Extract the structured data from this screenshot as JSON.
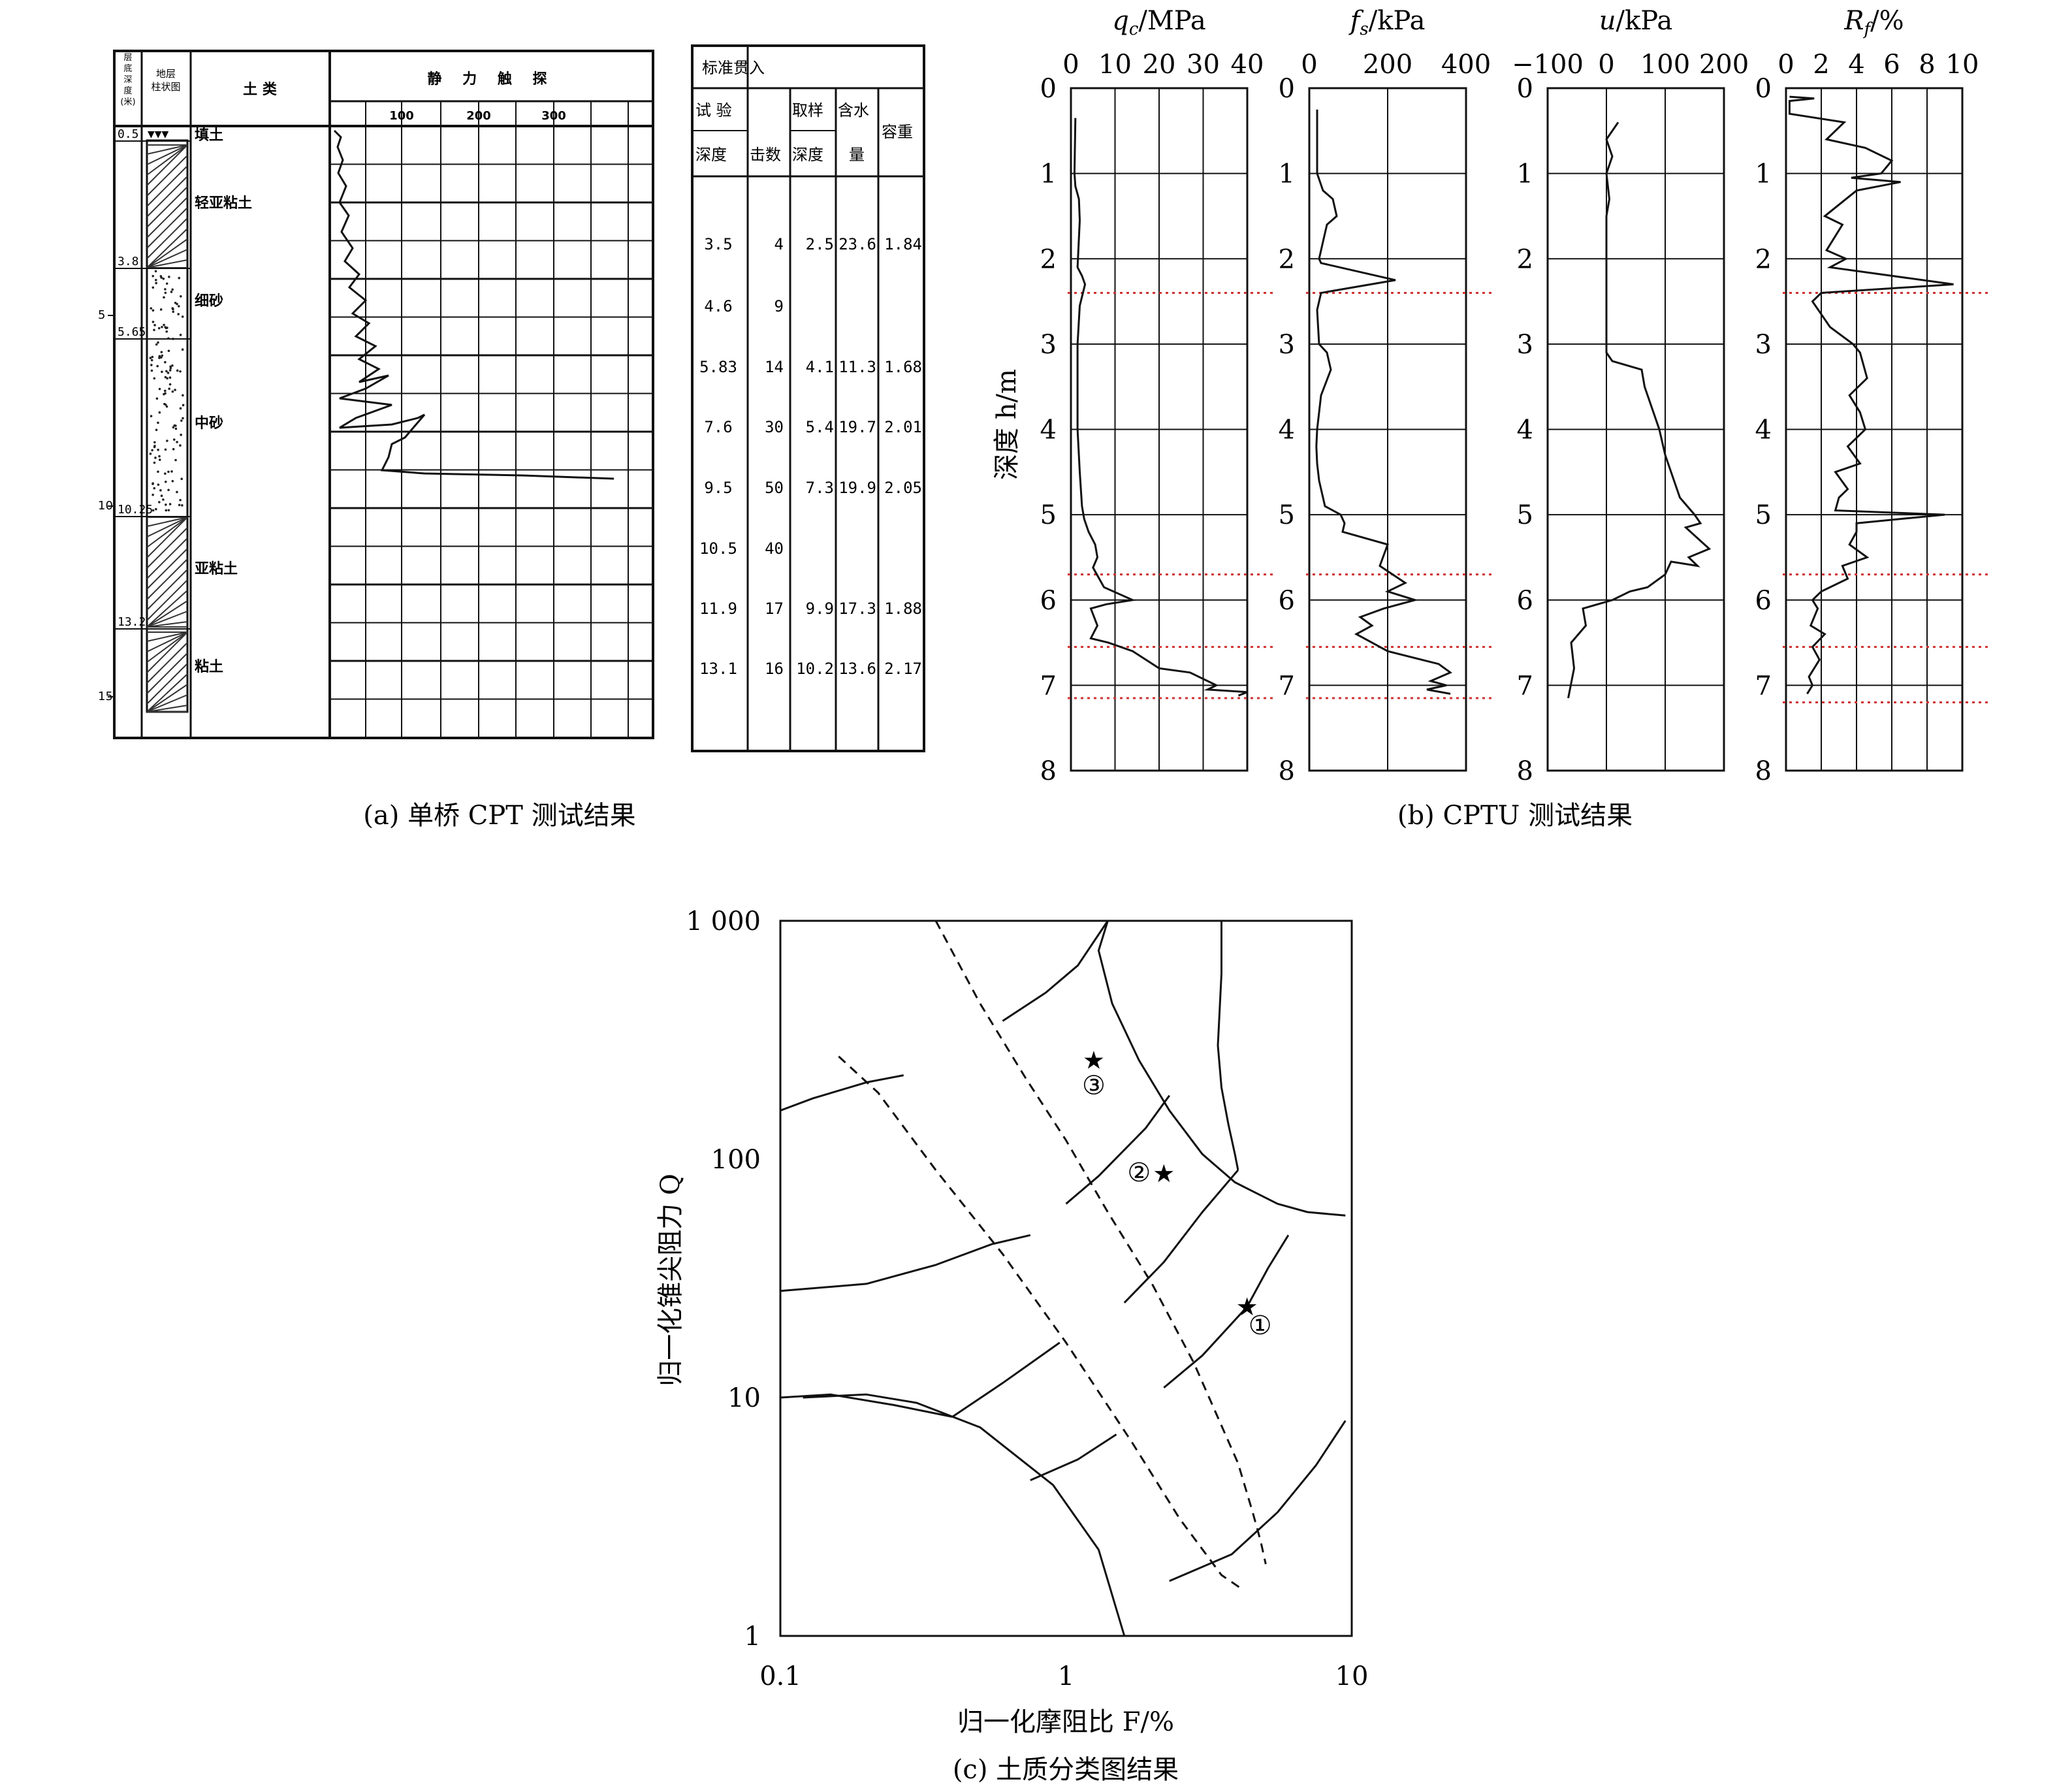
{
  "panel_a": {
    "caption": "(a) 单桥 CPT 测试结果",
    "headers": {
      "depth_col": [
        "层",
        "底",
        "深",
        "度",
        "(米)"
      ],
      "column_col": [
        "地层",
        "柱状图"
      ],
      "soil_col": "土 类",
      "sounding_col": "静 力 触 探",
      "spt_group": "标准贯入",
      "spt_test": "试 验",
      "spt_depth": "深度",
      "spt_blows": "击数",
      "sample_depth_top": "取样",
      "sample_depth_bottom": "深度",
      "water_top": "含水",
      "water_bottom": "量",
      "unit_weight": "容重"
    },
    "sounding_ticks": [
      "100",
      "200",
      "300"
    ],
    "left_depth_ticks": [
      "5",
      "10",
      "15"
    ],
    "layers": [
      {
        "bottom": "0.5",
        "name": "填土"
      },
      {
        "bottom": "3.8",
        "name": "轻亚粘土"
      },
      {
        "bottom": "5.65",
        "name": "细砂"
      },
      {
        "bottom": "10.25",
        "name": "中砂"
      },
      {
        "bottom": "13.2",
        "name": "亚粘土"
      },
      {
        "bottom": "",
        "name": "粘土"
      }
    ],
    "table_rows": [
      {
        "spt_depth": "3.5",
        "blows": "4",
        "sample_depth": "2.5",
        "water": "23.6",
        "weight": "1.84"
      },
      {
        "spt_depth": "4.6",
        "blows": "9",
        "sample_depth": "",
        "water": "",
        "weight": ""
      },
      {
        "spt_depth": "5.83",
        "blows": "14",
        "sample_depth": "4.1",
        "water": "11.3",
        "weight": "1.68"
      },
      {
        "spt_depth": "7.6",
        "blows": "30",
        "sample_depth": "5.4",
        "water": "19.7",
        "weight": "2.01"
      },
      {
        "spt_depth": "9.5",
        "blows": "50",
        "sample_depth": "7.3",
        "water": "19.9",
        "weight": "2.05"
      },
      {
        "spt_depth": "10.5",
        "blows": "40",
        "sample_depth": "",
        "water": "",
        "weight": ""
      },
      {
        "spt_depth": "11.9",
        "blows": "17",
        "sample_depth": "9.9",
        "water": "17.3",
        "weight": "1.88"
      },
      {
        "spt_depth": "13.1",
        "blows": "16",
        "sample_depth": "10.2",
        "water": "13.6",
        "weight": "2.17"
      }
    ]
  },
  "panel_b": {
    "caption": "(b) CPTU 测试结果",
    "ylabel": "深度 h/m"
  },
  "panel_c": {
    "caption": "(c) 土质分类图结果"
  },
  "chart_data": [
    {
      "type": "line",
      "panel": "b",
      "title_symbol": "q",
      "title_sub": "c",
      "title_unit": "/MPa",
      "xlim": [
        0,
        40
      ],
      "xticks": [
        "0",
        "10",
        "20",
        "30",
        "40"
      ],
      "ylim": [
        0,
        8
      ],
      "yticks": [
        "0",
        "1",
        "2",
        "3",
        "4",
        "5",
        "6",
        "7",
        "8"
      ],
      "reference_depths": [
        2.4,
        5.7,
        6.55,
        7.15
      ],
      "series": [
        {
          "x": [
            1,
            0.8,
            1,
            1.8,
            2,
            1.5,
            2.5,
            3.2,
            2,
            1.5,
            1.5,
            1.5,
            2,
            2.5,
            3,
            4,
            5.5,
            6,
            5,
            7.5,
            14,
            8,
            4.5,
            6,
            4.5,
            8.5,
            14,
            20,
            27,
            33,
            31,
            40,
            38
          ],
          "y": [
            0.35,
            1.0,
            1.15,
            1.3,
            1.55,
            2.1,
            2.2,
            2.3,
            2.55,
            3.0,
            3.5,
            4.0,
            4.5,
            4.9,
            5.05,
            5.2,
            5.35,
            5.5,
            5.62,
            5.85,
            6.0,
            6.05,
            6.1,
            6.3,
            6.45,
            6.5,
            6.6,
            6.8,
            6.85,
            7.0,
            7.05,
            7.08,
            7.12
          ]
        }
      ]
    },
    {
      "type": "line",
      "panel": "b",
      "title_symbol": "f",
      "title_sub": "s",
      "title_unit": "/kPa",
      "xlim": [
        0,
        400
      ],
      "xticks": [
        "0",
        "200",
        "400"
      ],
      "ylim": [
        0,
        8
      ],
      "yticks": [
        "0",
        "1",
        "2",
        "3",
        "4",
        "5",
        "6",
        "7",
        "8"
      ],
      "reference_depths": [
        2.4,
        5.7,
        6.55,
        7.15
      ],
      "series": [
        {
          "x": [
            20,
            20,
            35,
            60,
            70,
            45,
            35,
            25,
            30,
            220,
            30,
            20,
            25,
            45,
            55,
            30,
            20,
            18,
            20,
            25,
            30,
            35,
            40,
            80,
            90,
            85,
            200,
            180,
            245,
            200,
            270,
            190,
            130,
            160,
            120,
            200,
            330,
            360,
            310,
            350,
            300,
            360
          ],
          "y": [
            0.25,
            1.0,
            1.2,
            1.3,
            1.5,
            1.6,
            1.8,
            2.0,
            2.05,
            2.25,
            2.4,
            2.6,
            3.0,
            3.1,
            3.3,
            3.6,
            4.0,
            4.2,
            4.4,
            4.6,
            4.7,
            4.8,
            4.9,
            5.0,
            5.1,
            5.2,
            5.35,
            5.6,
            5.8,
            5.9,
            6.0,
            6.1,
            6.2,
            6.3,
            6.4,
            6.6,
            6.75,
            6.85,
            6.95,
            7.0,
            7.05,
            7.1
          ]
        }
      ]
    },
    {
      "type": "line",
      "panel": "b",
      "title_symbol": "u",
      "title_sub": "",
      "title_unit": "/kPa",
      "xlim": [
        -100,
        200
      ],
      "xticks": [
        "−100",
        "0",
        "100",
        "200"
      ],
      "ylim": [
        0,
        8
      ],
      "yticks": [
        "0",
        "1",
        "2",
        "3",
        "4",
        "5",
        "6",
        "7",
        "8"
      ],
      "reference_depths": [],
      "series": [
        {
          "x": [
            20,
            0,
            10,
            0,
            5,
            0,
            0,
            0,
            0,
            0,
            10,
            60,
            65,
            90,
            100,
            125,
            150,
            160,
            135,
            175,
            140,
            155,
            110,
            100,
            70,
            40,
            10,
            -40,
            -35,
            -60,
            -55,
            -65
          ],
          "y": [
            0.4,
            0.6,
            0.8,
            1.0,
            1.3,
            1.5,
            2.0,
            2.5,
            3.0,
            3.1,
            3.2,
            3.3,
            3.5,
            4.0,
            4.3,
            4.8,
            5.0,
            5.1,
            5.15,
            5.4,
            5.5,
            5.6,
            5.55,
            5.7,
            5.85,
            5.9,
            6.0,
            6.1,
            6.3,
            6.5,
            6.8,
            7.15
          ]
        }
      ]
    },
    {
      "type": "line",
      "panel": "b",
      "title_symbol": "R",
      "title_sub": "f",
      "title_unit": "/%",
      "xlim": [
        0,
        10
      ],
      "xticks": [
        "0",
        "2",
        "4",
        "6",
        "8",
        "10"
      ],
      "ylim": [
        0,
        8
      ],
      "yticks": [
        "0",
        "1",
        "2",
        "3",
        "4",
        "5",
        "6",
        "7",
        "8"
      ],
      "reference_depths": [
        2.4,
        5.7,
        6.55,
        7.2
      ],
      "series": [
        {
          "x": [
            0.2,
            1.6,
            0.2,
            0.2,
            3.3,
            2.3,
            4.5,
            6.0,
            5.4,
            3.7,
            6.5,
            4.0,
            2.2,
            3.2,
            2.3,
            3.4,
            2.5,
            9.5,
            2.0,
            1.5,
            2.5,
            3.8,
            4.2,
            4.6,
            3.6,
            4.2,
            4.5,
            3.5,
            4.2,
            2.8,
            3.5,
            3.0,
            2.8,
            9.0,
            4.0,
            4.0,
            3.6,
            4.6,
            3.2,
            3.5,
            2.0,
            1.5,
            1.8,
            1.4,
            2.2,
            1.5,
            1.9,
            1.3,
            1.5,
            1.2
          ],
          "y": [
            0.1,
            0.12,
            0.15,
            0.3,
            0.4,
            0.6,
            0.7,
            0.85,
            1.0,
            1.05,
            1.1,
            1.2,
            1.5,
            1.6,
            1.9,
            2.0,
            2.1,
            2.3,
            2.4,
            2.5,
            2.8,
            3.0,
            3.1,
            3.4,
            3.6,
            3.8,
            4.0,
            4.2,
            4.4,
            4.5,
            4.7,
            4.8,
            4.95,
            5.0,
            5.1,
            5.2,
            5.35,
            5.5,
            5.6,
            5.75,
            5.9,
            6.0,
            6.1,
            6.3,
            6.4,
            6.55,
            6.7,
            6.9,
            7.0,
            7.1
          ]
        }
      ]
    },
    {
      "type": "scatter",
      "panel": "c",
      "xlabel": "归一化摩阻比 F/%",
      "ylabel": "归一化锥尖阻力 Q",
      "xscale": "log",
      "yscale": "log",
      "xlim": [
        0.1,
        10
      ],
      "ylim": [
        1,
        1000
      ],
      "xticks": [
        "0.1",
        "1",
        "10"
      ],
      "yticks": [
        "1",
        "10",
        "100",
        "1 000"
      ],
      "points": [
        {
          "x": 1.25,
          "y": 260,
          "label": "③"
        },
        {
          "x": 2.2,
          "y": 87,
          "label": "②"
        },
        {
          "x": 4.3,
          "y": 24,
          "label": "①"
        }
      ],
      "boundaries_solid": [
        [
          [
            0.1,
            160
          ],
          [
            0.13,
            180
          ],
          [
            0.2,
            210
          ],
          [
            0.27,
            225
          ]
        ],
        [
          [
            0.1,
            28
          ],
          [
            0.2,
            30
          ],
          [
            0.35,
            36
          ],
          [
            0.55,
            44
          ],
          [
            0.75,
            48
          ]
        ],
        [
          [
            0.1,
            10
          ],
          [
            0.15,
            10.3
          ],
          [
            0.25,
            9.3
          ],
          [
            0.4,
            8.3
          ]
        ],
        [
          [
            0.12,
            10
          ],
          [
            0.2,
            10.3
          ],
          [
            0.3,
            9.5
          ],
          [
            0.5,
            7.5
          ],
          [
            0.9,
            4.3
          ],
          [
            1.3,
            2.3
          ],
          [
            1.6,
            1
          ]
        ],
        [
          [
            0.4,
            8.3
          ],
          [
            0.6,
            11.5
          ],
          [
            0.95,
            17
          ]
        ],
        [
          [
            0.75,
            4.5
          ],
          [
            1.1,
            5.5
          ],
          [
            1.5,
            7
          ]
        ],
        [
          [
            0.6,
            380
          ],
          [
            0.85,
            500
          ],
          [
            1.1,
            650
          ],
          [
            1.4,
            1000
          ]
        ],
        [
          [
            1.4,
            1000
          ],
          [
            1.3,
            750
          ],
          [
            1.45,
            450
          ],
          [
            1.8,
            260
          ],
          [
            2.3,
            160
          ],
          [
            3.0,
            105
          ],
          [
            3.9,
            80
          ],
          [
            5.5,
            65
          ],
          [
            7.0,
            60
          ],
          [
            9.5,
            58
          ]
        ],
        [
          [
            1.0,
            65
          ],
          [
            1.3,
            85
          ],
          [
            1.9,
            135
          ],
          [
            2.3,
            185
          ]
        ],
        [
          [
            3.5,
            1000
          ],
          [
            3.5,
            600
          ],
          [
            3.4,
            300
          ],
          [
            3.5,
            200
          ],
          [
            3.7,
            140
          ],
          [
            3.9,
            105
          ],
          [
            4.0,
            90
          ]
        ],
        [
          [
            1.6,
            25
          ],
          [
            2.2,
            37
          ],
          [
            3.0,
            60
          ],
          [
            4.0,
            90
          ]
        ],
        [
          [
            2.2,
            11
          ],
          [
            3.0,
            15
          ],
          [
            4.3,
            24
          ],
          [
            5.1,
            35
          ],
          [
            6.0,
            48
          ]
        ],
        [
          [
            2.3,
            1.7
          ],
          [
            3.8,
            2.2
          ],
          [
            5.5,
            3.3
          ],
          [
            7.5,
            5.2
          ],
          [
            9.5,
            8
          ]
        ]
      ],
      "boundaries_dashed": [
        [
          [
            0.35,
            1000
          ],
          [
            0.5,
            450
          ],
          [
            0.72,
            220
          ],
          [
            1.0,
            120
          ],
          [
            1.4,
            60
          ],
          [
            2.0,
            30
          ],
          [
            2.8,
            14
          ],
          [
            4.0,
            5.3
          ],
          [
            4.5,
            3.3
          ],
          [
            4.8,
            2.5
          ],
          [
            5.0,
            2.0
          ]
        ],
        [
          [
            0.16,
            270
          ],
          [
            0.22,
            190
          ],
          [
            0.35,
            90
          ],
          [
            0.6,
            40
          ],
          [
            1.0,
            17
          ],
          [
            1.7,
            6.5
          ],
          [
            2.5,
            3.1
          ],
          [
            3.5,
            1.8
          ],
          [
            4.2,
            1.55
          ]
        ]
      ]
    }
  ]
}
